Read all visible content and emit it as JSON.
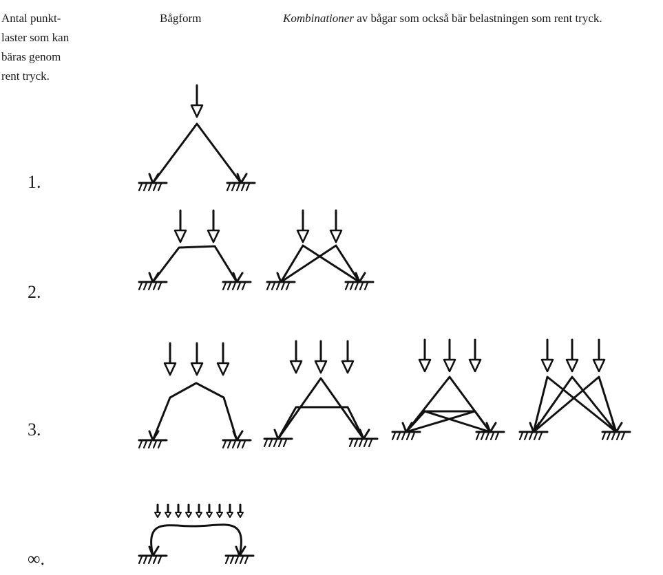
{
  "headers": {
    "count_lines": [
      "Antal punkt-",
      "laster som kan",
      "bäras genom",
      "rent tryck."
    ],
    "arch_form": "Bågform",
    "combinations_italic": "Kombinationer",
    "combinations_rest": " av bågar som också bär belastningen som rent tryck."
  },
  "rows": [
    {
      "label": "1.",
      "loads": 1,
      "combinations": 0
    },
    {
      "label": "2.",
      "loads": 2,
      "combinations": 1
    },
    {
      "label": "3.",
      "loads": 3,
      "combinations": 3
    },
    {
      "label": "∞.",
      "loads": "∞",
      "combinations": 0
    }
  ],
  "colors": {
    "ink": "#111111",
    "background": "#ffffff"
  }
}
